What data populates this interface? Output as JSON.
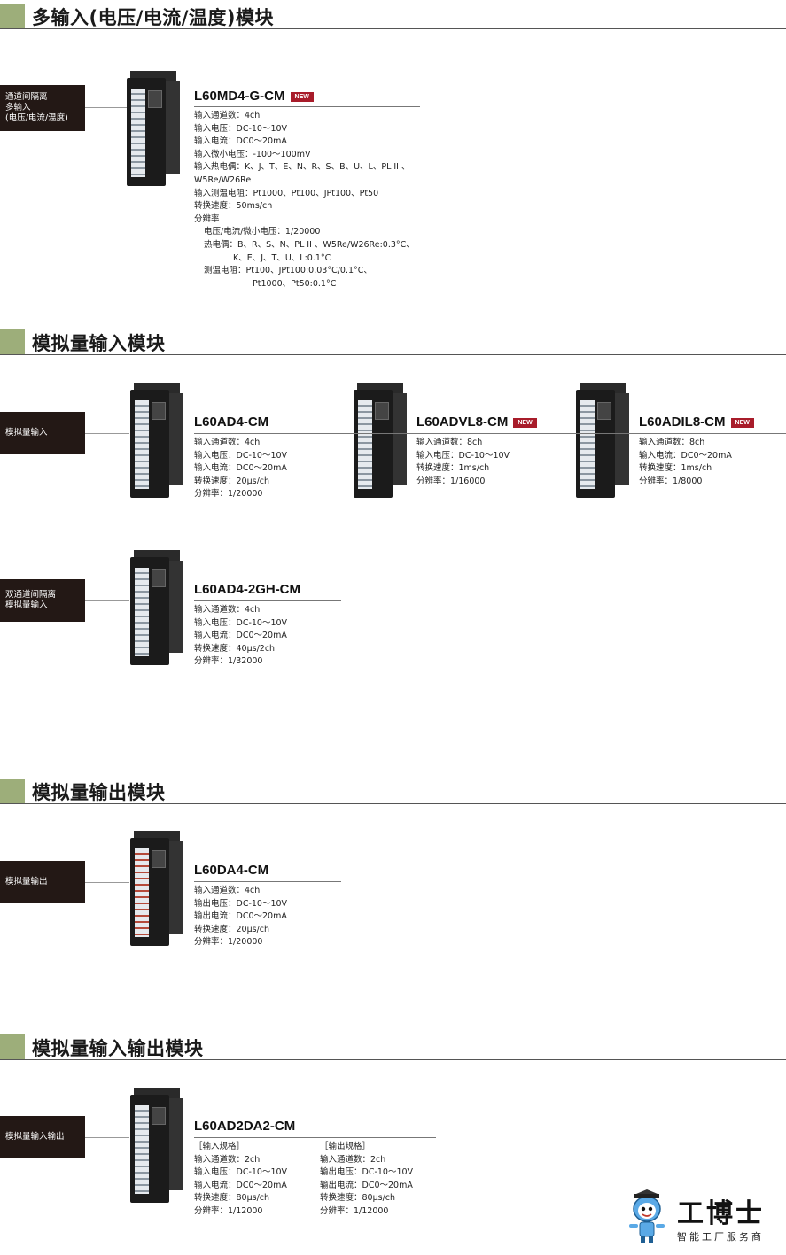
{
  "sections": [
    {
      "title": "多输入(电压/电流/温度)模块"
    },
    {
      "title": "模拟量输入模块"
    },
    {
      "title": "模拟量输出模块"
    },
    {
      "title": "模拟量输入输出模块"
    }
  ],
  "categories": {
    "multi": [
      "通道间隔离",
      "多输入",
      "(电压/电流/温度)"
    ],
    "analog_in": [
      "模拟量输入"
    ],
    "isolated_in": [
      "双通道间隔离",
      "模拟量输入"
    ],
    "analog_out": [
      "模拟量输出"
    ],
    "analog_io": [
      "模拟量输入输出"
    ]
  },
  "badge": "NEW",
  "products": {
    "md4": {
      "name": "L60MD4-G-CM",
      "specs": [
        "输入通道数：4ch",
        "输入电压：DC-10～10V",
        "输入电流：DC0～20mA",
        "输入微小电压：-100～100mV",
        "输入热电偶：K、J、T、E、N、R、S、B、U、L、PL II 、",
        "W5Re/W26Re",
        "输入测温电阻：Pt1000、Pt100、JPt100、Pt50",
        "转换速度：50ms/ch",
        "分辨率"
      ],
      "res": [
        "电压/电流/微小电压：1/20000",
        "热电偶：B、R、S、N、PL II 、W5Re/W26Re:0.3°C、",
        "K、E、J、T、U、L:0.1°C",
        "测温电阻：Pt100、JPt100:0.03°C/0.1°C、",
        "Pt1000、Pt50:0.1°C"
      ]
    },
    "ad4": {
      "name": "L60AD4-CM",
      "specs": [
        "输入通道数：4ch",
        "输入电压：DC-10～10V",
        "输入电流：DC0～20mA",
        "转换速度：20μs/ch",
        "分辨率：1/20000"
      ]
    },
    "advl8": {
      "name": "L60ADVL8-CM",
      "specs": [
        "输入通道数：8ch",
        "输入电压：DC-10～10V",
        "转换速度：1ms/ch",
        "分辨率：1/16000"
      ]
    },
    "adil8": {
      "name": "L60ADIL8-CM",
      "specs": [
        "输入通道数：8ch",
        "输入电流：DC0～20mA",
        "转换速度：1ms/ch",
        "分辨率：1/8000"
      ]
    },
    "ad42gh": {
      "name": "L60AD4-2GH-CM",
      "specs": [
        "输入通道数：4ch",
        "输入电压：DC-10～10V",
        "输入电流：DC0～20mA",
        "转换速度：40μs/2ch",
        "分辨率：1/32000"
      ]
    },
    "da4": {
      "name": "L60DA4-CM",
      "specs": [
        "输入通道数：4ch",
        "输出电压：DC-10～10V",
        "输出电流：DC0～20mA",
        "转换速度：20μs/ch",
        "分辨率：1/20000"
      ]
    },
    "ad2da2": {
      "name": "L60AD2DA2-CM",
      "in_head": "［输入规格］",
      "in_specs": [
        "输入通道数：2ch",
        "输入电压：DC-10～10V",
        "输入电流：DC0～20mA",
        "转换速度：80μs/ch",
        "分辨率：1/12000"
      ],
      "out_head": "［输出规格］",
      "out_specs": [
        "输入通道数：2ch",
        "输出电压：DC-10～10V",
        "输出电流：DC0～20mA",
        "转换速度：80μs/ch",
        "分辨率：1/12000"
      ]
    }
  },
  "logo": {
    "brand": "工博士",
    "tagline": "智能工厂服务商"
  },
  "colors": {
    "section_mark": "#9dae7a",
    "category_bg": "#231815",
    "badge": "#a81c2a"
  }
}
